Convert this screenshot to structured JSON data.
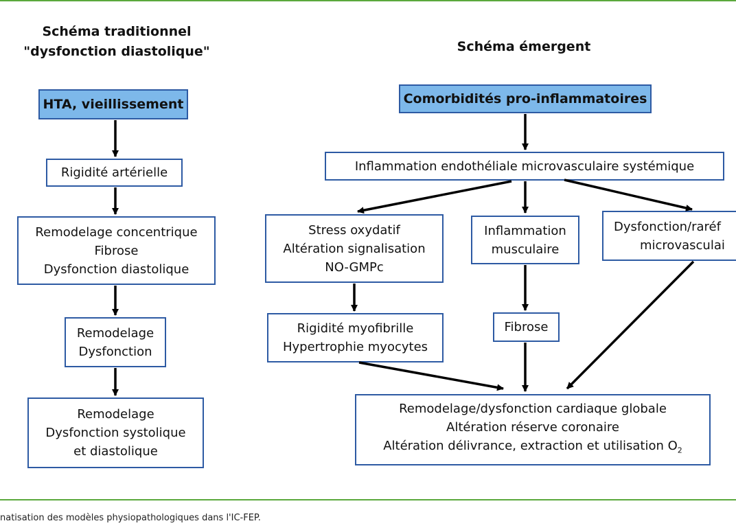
{
  "left": {
    "title_line1": "Schéma traditionnel",
    "title_line2": "\"dysfonction diastolique\"",
    "top": "HTA, vieillissement",
    "b1": "Rigidité artérielle",
    "b2": [
      "Remodelage concentrique",
      "Fibrose",
      "Dysfonction diastolique"
    ],
    "b3": [
      "Remodelage",
      "Dysfonction"
    ],
    "b4": [
      "Remodelage",
      "Dysfonction systolique",
      "et diastolique"
    ]
  },
  "right": {
    "title": "Schéma émergent",
    "top": "Comorbidités pro-inflammatoires",
    "inflam": "Inflammation endothéliale microvasculaire systémique",
    "stress": [
      "Stress oxydatif",
      "Altération signalisation",
      "NO-GMPc"
    ],
    "muscle": [
      "Inflammation",
      "musculaire"
    ],
    "dysf": [
      "Dysfonction/raréf",
      "microvasculai"
    ],
    "rigid": [
      "Rigidité myofibrille",
      "Hypertrophie myocytes"
    ],
    "fibrose": "Fibrose",
    "bottom": [
      "Remodelage/dysfonction cardiaque globale",
      "Altération réserve coronaire",
      "Altération délivrance, extraction et utilisation O"
    ],
    "o2_sub": "2"
  },
  "caption": "natisation des modèles physiopathologiques dans l'IC-FEP.",
  "colors": {
    "accent": "#5aa83c",
    "box_border": "#2d5aa3",
    "highlight": "#7db8ea"
  }
}
